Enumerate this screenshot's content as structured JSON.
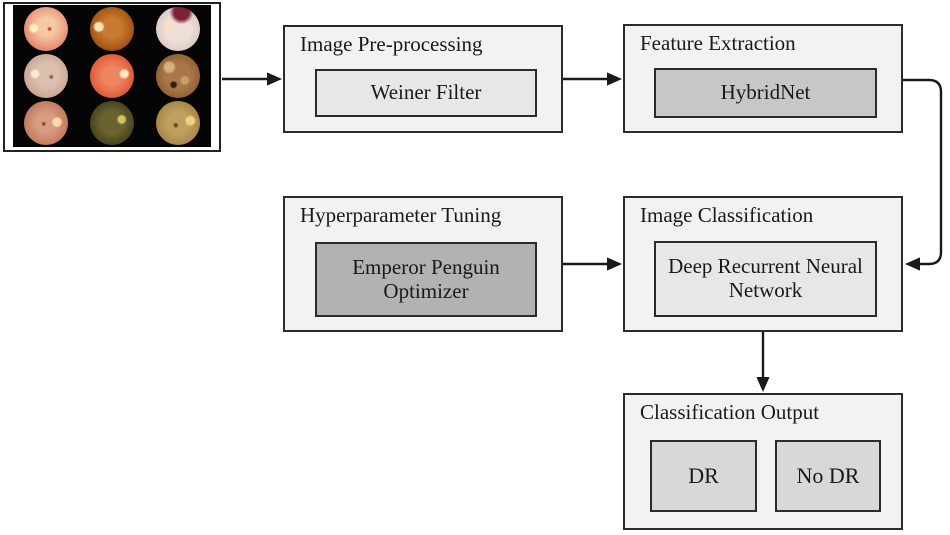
{
  "diagram": {
    "stages": {
      "preprocess": {
        "title": "Image Pre-processing",
        "method": "Weiner Filter"
      },
      "feature": {
        "title": "Feature Extraction",
        "method": "HybridNet"
      },
      "hyper": {
        "title": "Hyperparameter Tuning",
        "method": "Emperor Penguin Optimizer"
      },
      "classify": {
        "title": "Image Classification",
        "method": "Deep Recurrent Neural Network"
      },
      "output": {
        "title": "Classification Output",
        "label_dr": "DR",
        "label_no_dr": "No DR"
      }
    },
    "colors": {
      "stage_fill": "#f2f2f1",
      "stage_border": "#2b2b2b",
      "method_light_fill": "#e7e7e7",
      "method_medium_fill": "#c7c7c7",
      "method_dark_fill": "#b2b2b2",
      "output_fill": "#d8d8d8",
      "arrow": "#1a1a1a",
      "panel_background": "#050505"
    },
    "input_images": {
      "cells": [
        {
          "name": "fundus-salmon-pale-center",
          "style": "background:radial-gradient(circle at 22% 48%, #fdf0c4 0 8%, rgba(0,0,0,0) 13%),radial-gradient(circle at 58% 50%, #c05540 0 4%, rgba(0,0,0,0) 7%),radial-gradient(circle at 52% 45%, #f6c9a4 0 25%, #eda183 55%, #d57a5e 82%, #b65a42 100%)"
        },
        {
          "name": "fundus-dark-orange",
          "style": "background:radial-gradient(circle at 20% 45%, #f8e6b8 0 9%, rgba(0,0,0,0) 14%),radial-gradient(circle at 50% 48%, #c97a2e 0 30%, #a85817 65%, #6b3208 90%, #401c04 100%)"
        },
        {
          "name": "fundus-pale-with-hemorrhage",
          "style": "background:radial-gradient(circle at 58% 12%, #7e1f38 0 16%, rgba(0,0,0,0) 26%),radial-gradient(circle at 30% 42%, #f3e3c2 0 8%, rgba(0,0,0,0) 12%),radial-gradient(circle at 50% 50%, #eedfd8 0 40%, #dcc8c2 75%, #bba8a6 100%)"
        },
        {
          "name": "fundus-pale-pink-vessels",
          "style": "background:radial-gradient(circle at 25% 45%, #f5ecc8 0 8%, rgba(0,0,0,0) 13%),radial-gradient(circle at 62% 52%, #8a6a58 0 4%, rgba(0,0,0,0) 7%),radial-gradient(circle at 52% 48%, #dbc0ae 0 35%, #c9a795 70%, #a98672 100%)"
        },
        {
          "name": "fundus-red-orange",
          "style": "background:radial-gradient(circle at 78% 45%, #fbe9c0 0 8%, rgba(0,0,0,0) 13%),radial-gradient(circle at 50% 50%, #ef8560 0 30%, #e2603a 65%, #c44527 100%)"
        },
        {
          "name": "fundus-mottled-brown",
          "style": "background:radial-gradient(circle at 30% 30%, #d8b07c 0 10%, rgba(0,0,0,0) 16%),radial-gradient(circle at 65% 60%, #caa06a 0 8%, rgba(0,0,0,0) 14%),radial-gradient(circle at 40% 70%, #2e1d10 0 6%, rgba(0,0,0,0) 10%),radial-gradient(circle at 50% 50%, #a87848 0 40%, #8d5f33 75%, #5f3d1e 100%)"
        },
        {
          "name": "fundus-salmon-brown",
          "style": "background:radial-gradient(circle at 75% 48%, #f8ddab 0 9%, rgba(0,0,0,0) 14%),radial-gradient(circle at 45% 52%, #8a4634 0 4%, rgba(0,0,0,0) 7%),radial-gradient(circle at 50% 50%, #d99c82 0 30%, #c57f63 65%, #a05c44 100%)"
        },
        {
          "name": "fundus-dark-olive",
          "style": "background:radial-gradient(circle at 72% 42%, #d6c25e 0 8%, rgba(0,0,0,0) 13%),radial-gradient(circle at 50% 50%, #6a6330 0 35%, #4a4520 70%, #26230f 100%)"
        },
        {
          "name": "fundus-olive-tan",
          "style": "background:radial-gradient(circle at 78% 45%, #f0cf86 0 9%, rgba(0,0,0,0) 14%),radial-gradient(circle at 45% 55%, #8e3d2a 0 5%, rgba(0,0,0,0) 8%),radial-gradient(circle at 50% 50%, #bfa05c 0 35%, #a8874a 70%, #7c6132 100%)"
        }
      ]
    }
  }
}
